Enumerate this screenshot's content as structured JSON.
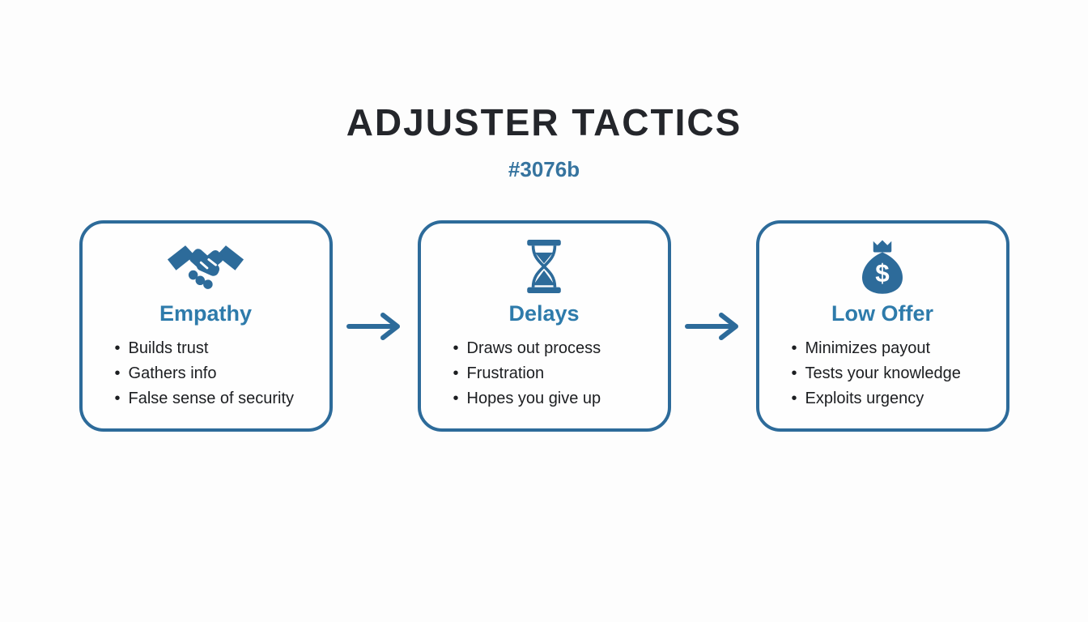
{
  "header": {
    "title": "ADJUSTER TACTICS",
    "subtitle": "#3076b"
  },
  "bullet_char": "•",
  "colors": {
    "accent_blue": "#2d6b9a",
    "heading_blue": "#2e7bab",
    "subtitle_blue": "#36749f",
    "title_dark": "#24262b",
    "body_text": "#1c1e21",
    "background": "#fdfdfd"
  },
  "cards": [
    {
      "icon": "handshake-icon",
      "heading": "Empathy",
      "bullets": [
        "Builds trust",
        "Gathers info",
        "False sense of security"
      ]
    },
    {
      "icon": "hourglass-icon",
      "heading": "Delays",
      "bullets": [
        "Draws out process",
        "Frustration",
        "Hopes you give up"
      ]
    },
    {
      "icon": "money-bag-icon",
      "heading": "Low Offer",
      "bullets": [
        "Minimizes payout",
        "Tests your knowledge",
        "Exploits urgency"
      ]
    }
  ]
}
